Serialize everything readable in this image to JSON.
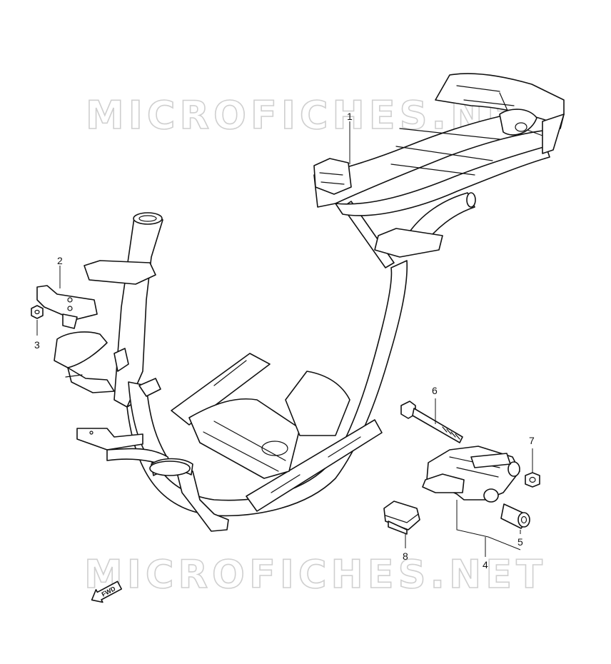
{
  "watermark": {
    "top": "MICROFICHES.NET",
    "bottom": "MICROFICHES.NET"
  },
  "direction_label": "FWD",
  "callouts": [
    {
      "id": "1",
      "label": "1"
    },
    {
      "id": "2",
      "label": "2"
    },
    {
      "id": "3",
      "label": "3"
    },
    {
      "id": "4",
      "label": "4"
    },
    {
      "id": "5",
      "label": "5"
    },
    {
      "id": "6",
      "label": "6"
    },
    {
      "id": "7",
      "label": "7"
    },
    {
      "id": "8",
      "label": "8"
    }
  ]
}
